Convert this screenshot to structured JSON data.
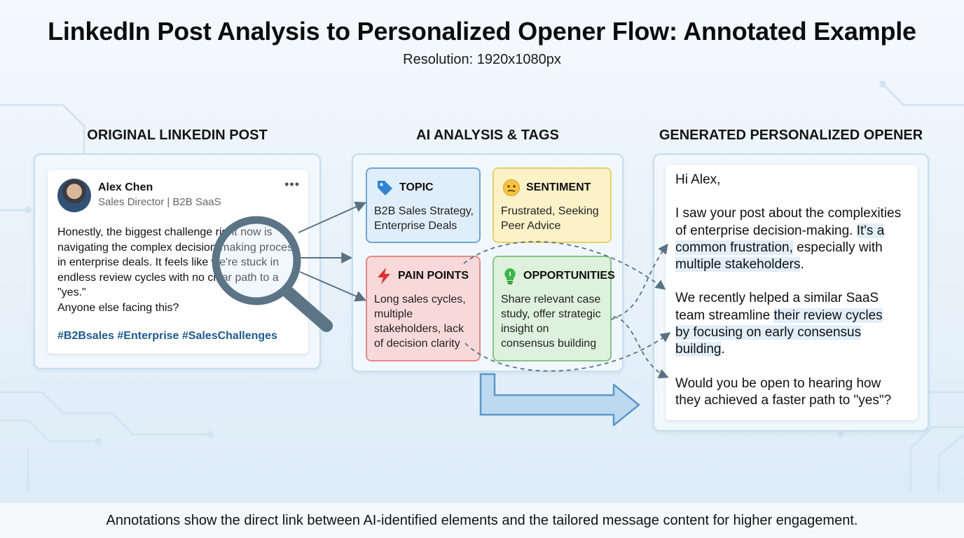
{
  "title": "LinkedIn Post Analysis to Personalized Opener Flow: Annotated Example",
  "subtitle": "Resolution: 1920x1080px",
  "columns": {
    "post_heading": "ORIGINAL LINKEDIN POST",
    "analysis_heading": "AI ANALYSIS & TAGS",
    "opener_heading": "GENERATED PERSONALIZED OPENER"
  },
  "post": {
    "author": "Alex Chen",
    "author_title": "Sales Director | B2B SaaS",
    "more_icon": "more-horizontal-icon",
    "lines": [
      "Honestly, the biggest challenge right now is",
      "navigating the complex decision-making proces",
      "in enterprise deals. It feels like we're stuck in",
      "endless review cycles with no clear path to a",
      "\"yes.\"",
      "Anyone else facing this?"
    ],
    "hashtags": "#B2Bsales #Enterprise #SalesChallenges"
  },
  "tags": {
    "topic": {
      "icon": "tag-icon",
      "label": "TOPIC",
      "lines": [
        "B2B Sales Strategy,",
        "Enterprise Deals"
      ],
      "color": "#6fa4d6"
    },
    "sentiment": {
      "icon": "confused-face-icon",
      "label": "SENTIMENT",
      "lines": [
        "Frustrated, Seeking",
        "Peer Advice"
      ],
      "color": "#e9cf6c"
    },
    "pain_points": {
      "icon": "lightning-bolt-icon",
      "label": "PAIN POINTS",
      "lines": [
        "Long sales cycles,",
        "multiple",
        "stakeholders, lack",
        "of decision clarity"
      ],
      "color": "#e48a8a"
    },
    "opportunities": {
      "icon": "lightbulb-icon",
      "label": "OPPORTUNITIES",
      "lines": [
        "Share relevant case",
        "study, offer strategic",
        "insight on",
        "consensus building"
      ],
      "color": "#86c485"
    }
  },
  "opener": {
    "greeting": "Hi Alex,",
    "p1": {
      "line1": "I saw your post about the complexities",
      "line2_plain": "of enterprise decision-making. ",
      "line2_hl": "It's a",
      "line3_hl": "common frustration,",
      "line3_plain": " especially with",
      "line4_hl": "multiple stakeholders",
      "line4_plain": "."
    },
    "p2": {
      "line1": "We recently helped a similar SaaS",
      "line2_plain": "team streamline ",
      "line2_hl": "their review cycles",
      "line3_hl": "by focusing on early consensus",
      "line4_hl": "building",
      "line4_plain": "."
    },
    "p3": {
      "line1": "Would you be open to hearing how",
      "line2": "they achieved a faster path to \"yes\"?"
    }
  },
  "footer": "Annotations show the direct link between AI-identified elements and the tailored message content for higher engagement."
}
